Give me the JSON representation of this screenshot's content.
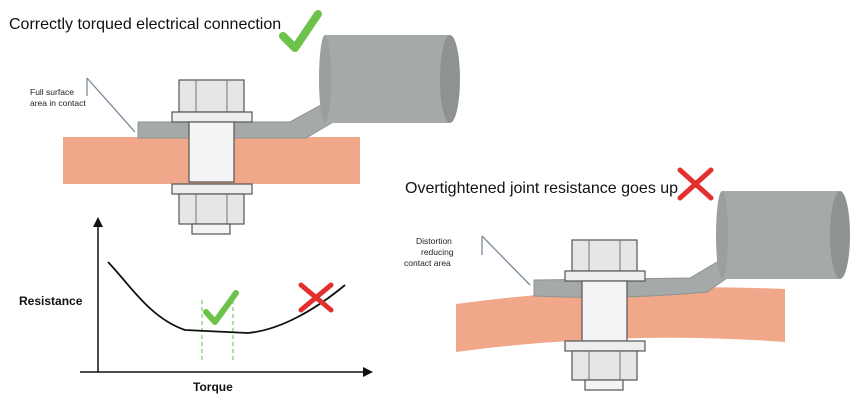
{
  "top_panel": {
    "title": "Correctly torqued electrical connection",
    "note_line1": "Full surface",
    "note_line2": "area in contact"
  },
  "bottom_panel": {
    "title": "Overtightened joint resistance goes up",
    "note_line1": "Distortion",
    "note_line2": "reducing",
    "note_line3": "contact area"
  },
  "chart_data": {
    "type": "line",
    "title": "",
    "xlabel": "Torque",
    "ylabel": "Resistance",
    "curve": "Resistance falls as torque increases, stays flat in the optimal torque band, then rises again with over-torque"
  },
  "colors": {
    "copper": "#f1a88a",
    "metal": "#a5aaa9",
    "metal_dark": "#8e9392",
    "hardware": "#e6e6e6",
    "check": "#6cc24a",
    "cross": "#e3302f",
    "band": "#7ed36b"
  },
  "icons": [
    "check-icon",
    "cross-icon",
    "hex-bolt-icon",
    "washer-icon",
    "nut-icon"
  ]
}
